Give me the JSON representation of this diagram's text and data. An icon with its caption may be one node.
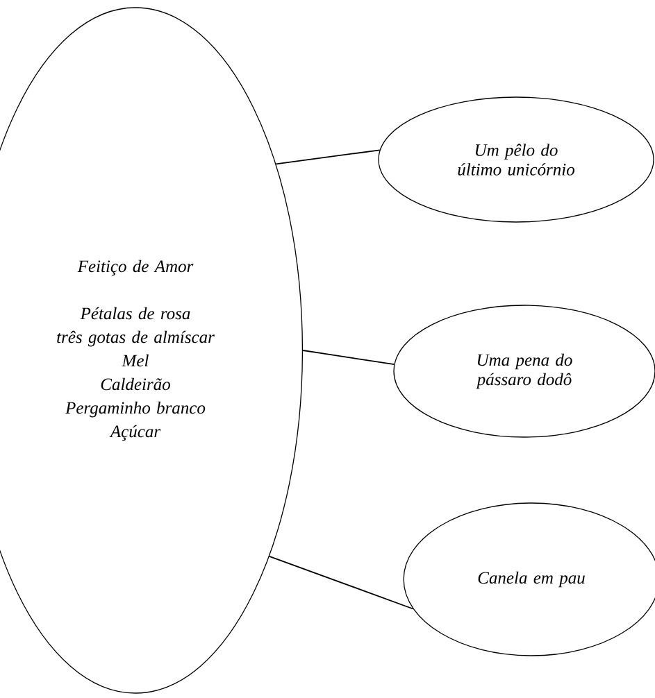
{
  "diagram": {
    "nodes": [
      {
        "text": [
          "Feitiço de Amor",
          "Pétalas de rosa",
          "três gotas de almíscar",
          "Mel",
          "Caldeirão",
          "Pergaminho branco",
          "Açúcar"
        ]
      },
      {
        "text": [
          "Um pêlo do último unicórnio"
        ]
      },
      {
        "text": [
          "Uma pena do pássaro dodô"
        ]
      },
      {
        "text": [
          "Canela em pau"
        ]
      }
    ],
    "edges": [
      {
        "from": 0,
        "to": 1,
        "arrow": "none"
      },
      {
        "from": 0,
        "to": 2,
        "arrow": "none"
      },
      {
        "from": 0,
        "to": 3,
        "arrow": "none"
      }
    ]
  }
}
